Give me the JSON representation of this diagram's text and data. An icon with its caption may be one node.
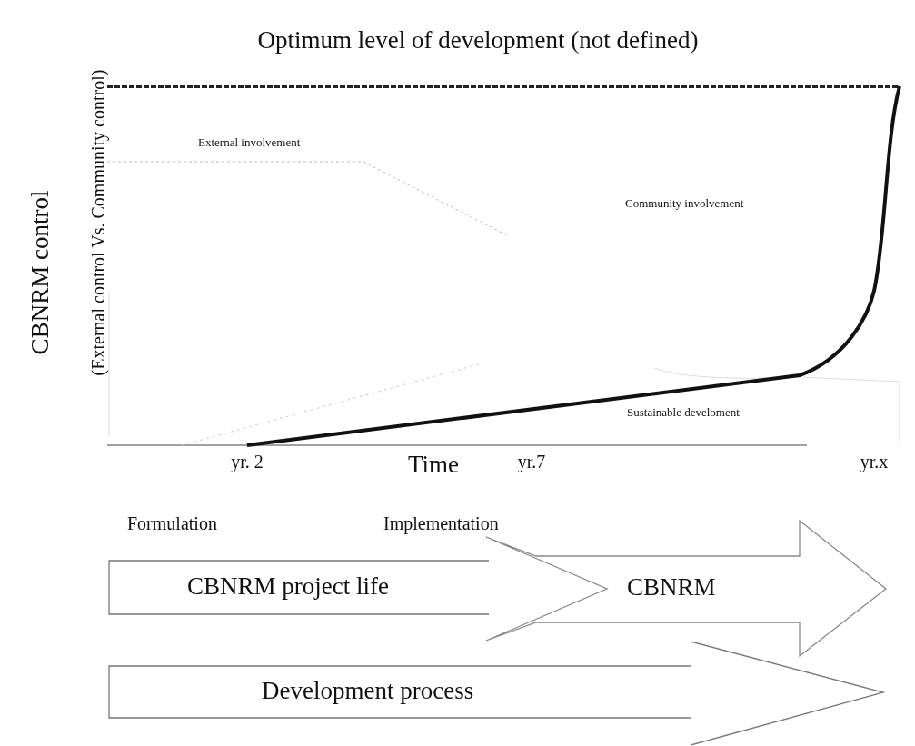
{
  "diagram": {
    "title": "Optimum level of development (not defined)",
    "nodes": [
      {
        "text": [
          "CBNRM project life"
        ]
      },
      {
        "text": [
          "CBNRM"
        ]
      },
      {
        "text": [
          "Development process"
        ]
      }
    ],
    "labels": [
      "CBNRM control",
      "(External control Vs. Community control)",
      "External involvement",
      "Community involvement",
      "Sustainable develoment",
      "yr. 2",
      "Time",
      "yr.7",
      "yr.x",
      "Formulation",
      "Implementation"
    ]
  }
}
